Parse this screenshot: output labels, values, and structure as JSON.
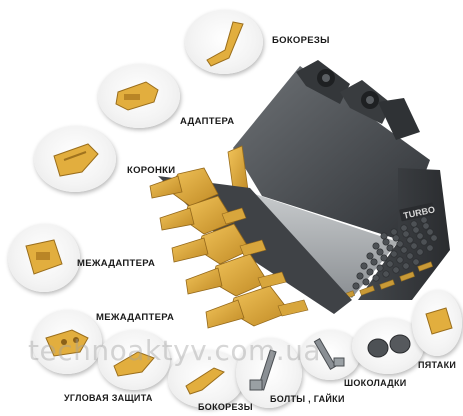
{
  "parts": {
    "side_cutters_top": "БОКОРЕЗЫ",
    "adapters": "АДАПТЕРА",
    "teeth": "КОРОНКИ",
    "interadapters_1": "МЕЖАДАПТЕРА",
    "interadapters_2": "МЕЖАДАПТЕРА",
    "corner_guard": "УГЛОВАЯ ЗАЩИТА",
    "side_cutters_bottom": "БОКОРЕЗЫ",
    "bolts_nuts": "БОЛТЫ , ГАЙКИ",
    "chocolate_blocks": "ШОКОЛАДКИ",
    "heel_plates": "ПЯТАКИ"
  },
  "bucket_brand": "TURBO",
  "watermark": "technoaktyv.com.ua",
  "colors": {
    "steel_dark": "#3a3d40",
    "steel_mid": "#5c6064",
    "steel_light": "#8a8f94",
    "wear_yellow": "#e0ac3a",
    "wear_yellow_dark": "#b7842a"
  }
}
